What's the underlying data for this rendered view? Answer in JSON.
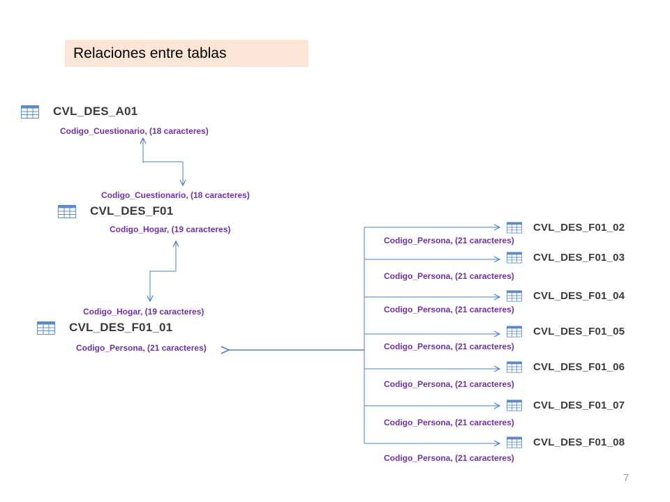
{
  "title": "Relaciones entre tablas",
  "icon": "table-icon",
  "colors": {
    "field": "#7030a0",
    "connector": "#4a7fbf",
    "title_bg": "#fbe5d6"
  },
  "tables": {
    "a01": "CVL_DES_A01",
    "f01": "CVL_DES_F01",
    "f01_01": "CVL_DES_F01_01",
    "f01_02": "CVL_DES_F01_02",
    "f01_03": "CVL_DES_F01_03",
    "f01_04": "CVL_DES_F01_04",
    "f01_05": "CVL_DES_F01_05",
    "f01_06": "CVL_DES_F01_06",
    "f01_07": "CVL_DES_F01_07",
    "f01_08": "CVL_DES_F01_08"
  },
  "fields": {
    "a01_cuestionario": "Codigo_Cuestionario,  (18 caracteres)",
    "f01_cuestionario": "Codigo_Cuestionario,  (18 caracteres)",
    "f01_hogar": "Codigo_Hogar,  (19 caracteres)",
    "f01_01_hogar": "Codigo_Hogar,  (19 caracteres)",
    "f01_01_persona": "Codigo_Persona,  (21 caracteres)",
    "f01_02_persona": "Codigo_Persona,  (21 caracteres)",
    "f01_03_persona": "Codigo_Persona,  (21 caracteres)",
    "f01_04_persona": "Codigo_Persona,  (21 caracteres)",
    "f01_05_persona": "Codigo_Persona,  (21 caracteres)",
    "f01_06_persona": "Codigo_Persona,  (21 caracteres)",
    "f01_07_persona": "Codigo_Persona,  (21 caracteres)",
    "f01_08_persona": "Codigo_Persona,  (21 caracteres)"
  },
  "page_number": "7"
}
